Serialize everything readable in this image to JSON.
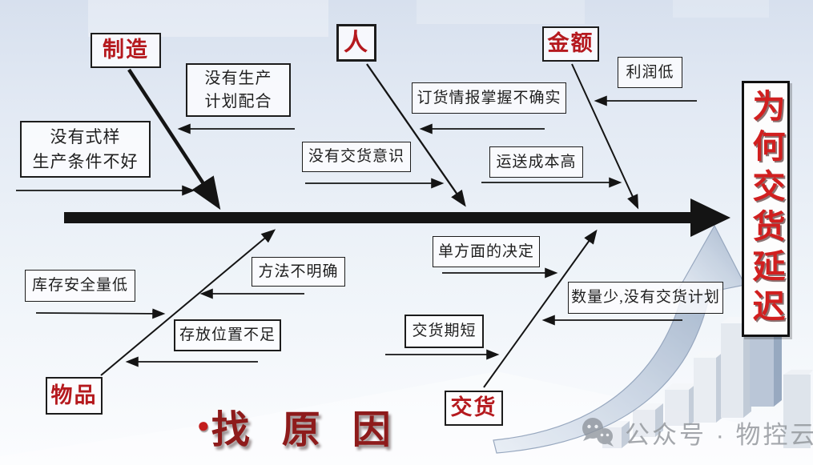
{
  "headline": {
    "bullet": "●",
    "text": "找 原 因"
  },
  "effect": {
    "label": "为何交货延迟"
  },
  "categories": {
    "manufacturing": {
      "label": "制造"
    },
    "people": {
      "label": "人"
    },
    "amount": {
      "label": "金额"
    },
    "goods": {
      "label": "物品"
    },
    "delivery": {
      "label": "交货"
    }
  },
  "causes": {
    "no_style": {
      "lines": [
        "没有式样",
        "生产条件不好"
      ]
    },
    "no_production_plan": {
      "lines": [
        "没有生产",
        "计划配合"
      ]
    },
    "order_info_inaccurate": {
      "label": "订货情报掌握不确实"
    },
    "no_delivery_awareness": {
      "label": "没有交货意识"
    },
    "high_transport_cost": {
      "label": "运送成本高"
    },
    "low_profit": {
      "label": "利润低"
    },
    "low_safety_stock": {
      "label": "库存安全量低"
    },
    "unclear_method": {
      "label": "方法不明确"
    },
    "insufficient_storage": {
      "label": "存放位置不足"
    },
    "unilateral_decision": {
      "label": "单方面的决定"
    },
    "short_delivery_period": {
      "label": "交货期短"
    },
    "small_quantity_no_plan": {
      "label": "数量少,没有交货计划"
    }
  },
  "watermark": {
    "source": "公众号 · 物控云",
    "icon": "wechat-icon"
  },
  "colors": {
    "category-text": "#b5191e",
    "effect-text": "#d11f1f",
    "headline-text": "#8e1b1b",
    "cause-text": "#1f1f1f",
    "watermark-text": "#95999e",
    "bone-color": "#141414",
    "growth-arrow-fill": "#b4c2d6"
  }
}
